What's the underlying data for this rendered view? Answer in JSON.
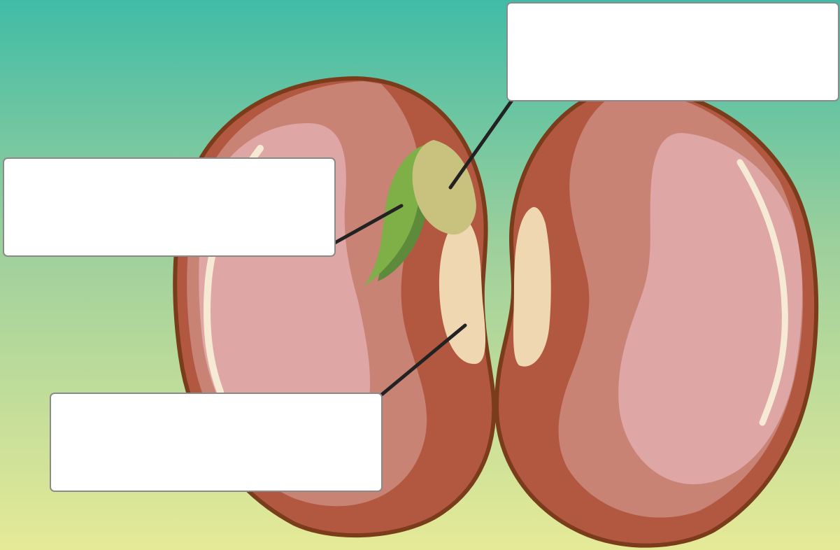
{
  "diagram": {
    "colors": {
      "background_top": "#40bca6",
      "background_bottom": "#e5ea97",
      "seed_coat_outline": "#7a3c1a",
      "seed_coat": "#b25841",
      "cotyledon": "#c88375",
      "cotyledon_highlight": "#dfa6a6",
      "plumule_leaf": "#7eb047",
      "plumule_leaf_shadow": "#5e8a3b",
      "radicle": "#c9c27e",
      "hilum_scar": "#efd7b2",
      "shine": "#f7ead4",
      "leader_line": "#222222",
      "label_border": "#8a8a8a",
      "label_fill": "#ffffff"
    },
    "labels": [
      {
        "id": "top-right",
        "text": ""
      },
      {
        "id": "left",
        "text": ""
      },
      {
        "id": "bottom",
        "text": ""
      }
    ]
  }
}
